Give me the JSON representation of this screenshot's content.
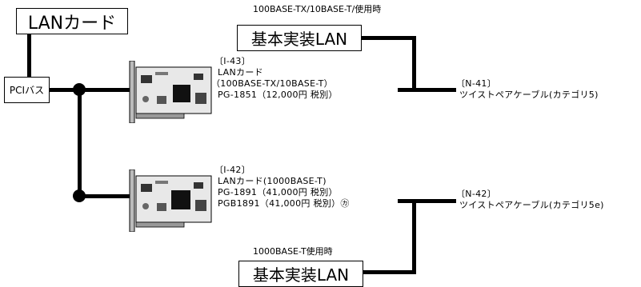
{
  "top_box": {
    "label": "LANカード"
  },
  "bus_box": {
    "label": "PCIバス"
  },
  "card_43": {
    "code": "〔I-43〕",
    "name": "LANカード",
    "spec": "（100BASE-TX/10BASE-T）",
    "model": "PG-1851（12,000円 税別）"
  },
  "card_42": {
    "code": "〔I-42〕",
    "name_spec": "LANカード(1000BASE-T)",
    "model1": "PG-1891（41,000円 税別）",
    "model2": "PGB1891（41,000円 税別）㋕"
  },
  "std_lan_top": {
    "note": "100BASE-TX/10BASE-T/使用時",
    "label": "基本実装LAN"
  },
  "std_lan_bottom": {
    "note": "1000BASE-T使用時",
    "label": "基本実装LAN"
  },
  "cable_41": {
    "code": "〔N-41〕",
    "name": "ツイストペアケーブル(カテゴリ5)"
  },
  "cable_42": {
    "code": "〔N-42〕",
    "name": "ツイストペアケーブル(カテゴリ5e)"
  }
}
